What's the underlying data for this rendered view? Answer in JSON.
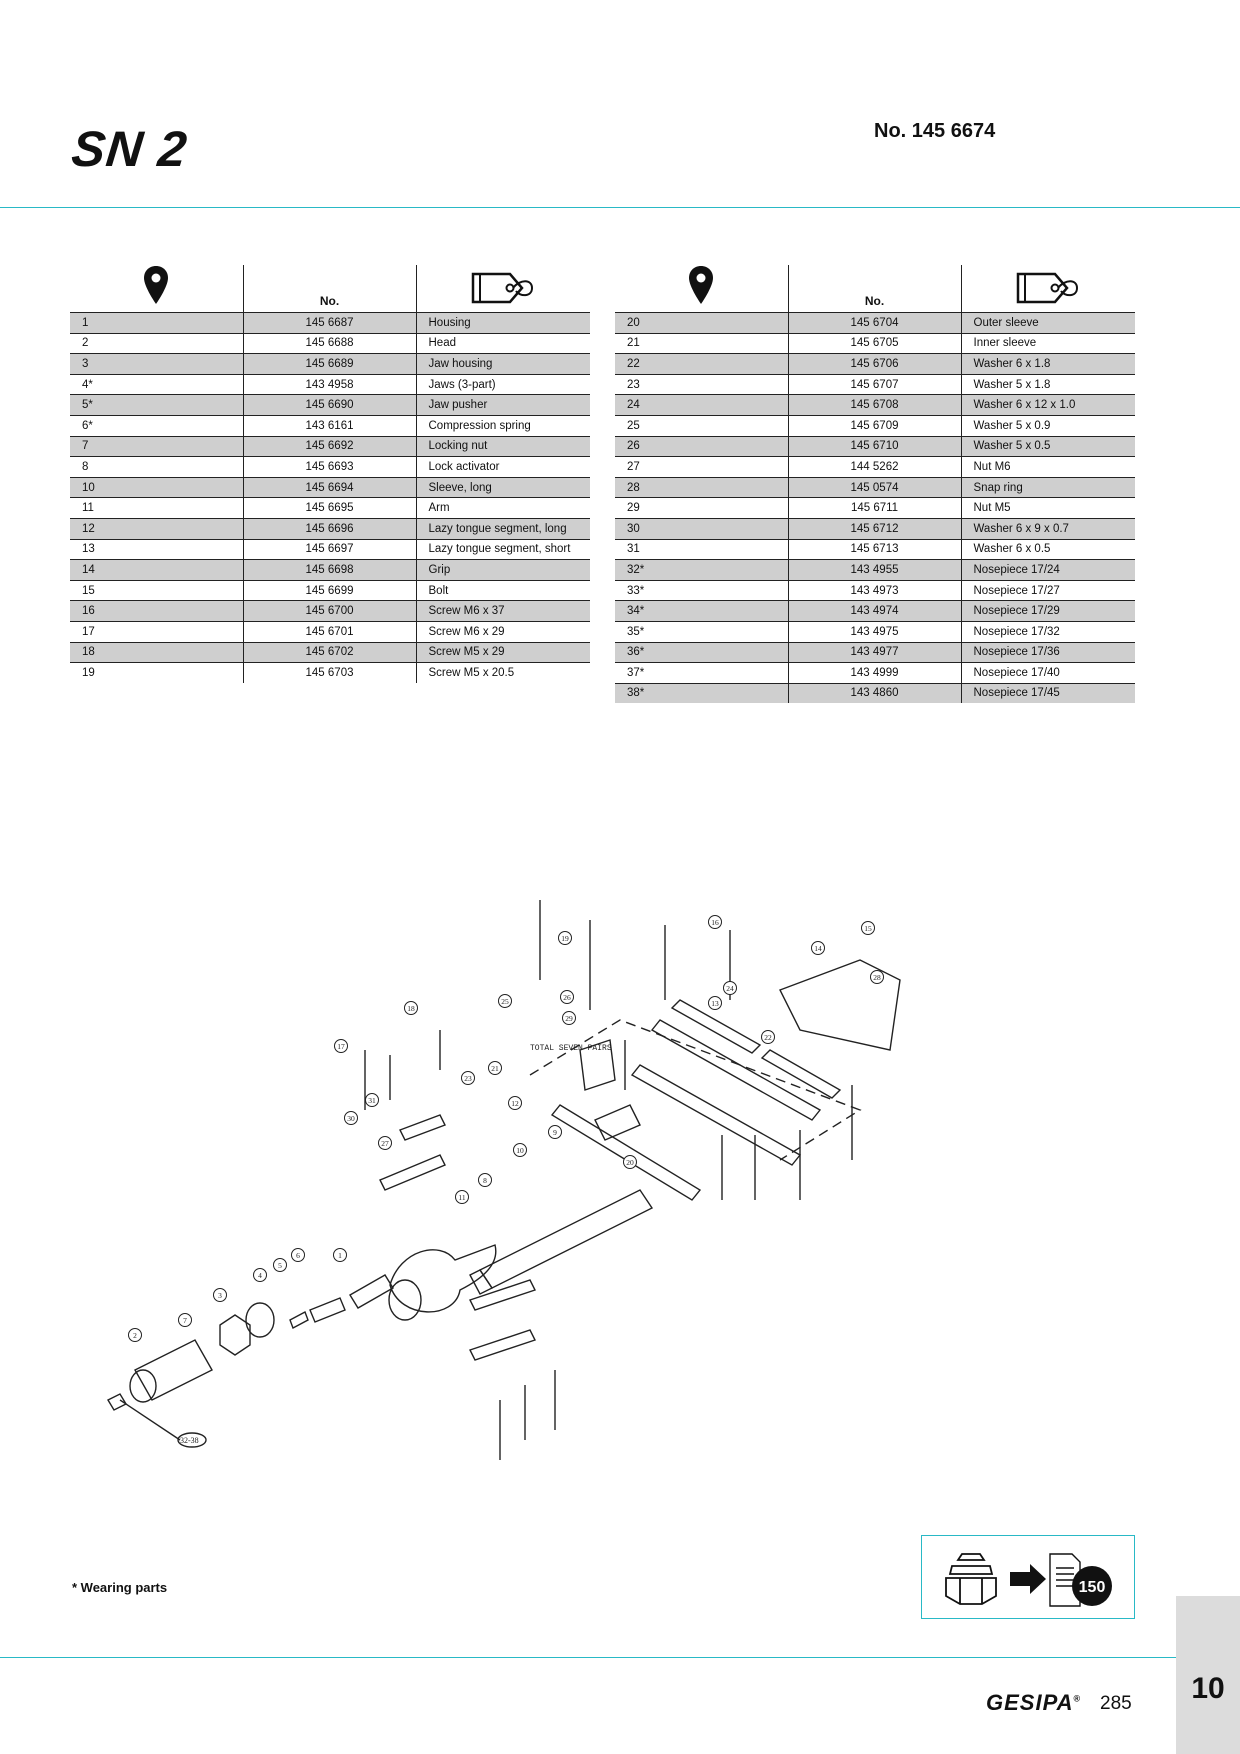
{
  "header": {
    "title": "SN 2",
    "order_number": "No. 145 6674"
  },
  "table_header": {
    "position_icon": "map-pin-icon",
    "no_label": "No.",
    "designation_icon": "tag-icon"
  },
  "left_table": [
    {
      "pos": "1",
      "no": "145 6687",
      "name": "Housing"
    },
    {
      "pos": "2",
      "no": "145 6688",
      "name": "Head"
    },
    {
      "pos": "3",
      "no": "145 6689",
      "name": "Jaw housing"
    },
    {
      "pos": "4*",
      "no": "143 4958",
      "name": "Jaws (3-part)"
    },
    {
      "pos": "5*",
      "no": "145 6690",
      "name": "Jaw pusher"
    },
    {
      "pos": "6*",
      "no": "143 6161",
      "name": "Compression spring"
    },
    {
      "pos": "7",
      "no": "145 6692",
      "name": "Locking nut"
    },
    {
      "pos": "8",
      "no": "145 6693",
      "name": "Lock activator"
    },
    {
      "pos": "10",
      "no": "145 6694",
      "name": "Sleeve, long"
    },
    {
      "pos": "11",
      "no": "145 6695",
      "name": "Arm"
    },
    {
      "pos": "12",
      "no": "145 6696",
      "name": "Lazy tongue segment, long"
    },
    {
      "pos": "13",
      "no": "145 6697",
      "name": "Lazy tongue segment, short"
    },
    {
      "pos": "14",
      "no": "145 6698",
      "name": "Grip"
    },
    {
      "pos": "15",
      "no": "145 6699",
      "name": "Bolt"
    },
    {
      "pos": "16",
      "no": "145 6700",
      "name": "Screw M6 x 37"
    },
    {
      "pos": "17",
      "no": "145 6701",
      "name": "Screw M6 x 29"
    },
    {
      "pos": "18",
      "no": "145 6702",
      "name": "Screw M5 x 29"
    },
    {
      "pos": "19",
      "no": "145 6703",
      "name": "Screw M5 x 20.5"
    }
  ],
  "right_table": [
    {
      "pos": "20",
      "no": "145 6704",
      "name": "Outer sleeve"
    },
    {
      "pos": "21",
      "no": "145 6705",
      "name": "Inner sleeve"
    },
    {
      "pos": "22",
      "no": "145 6706",
      "name": "Washer 6 x 1.8"
    },
    {
      "pos": "23",
      "no": "145 6707",
      "name": "Washer 5 x 1.8"
    },
    {
      "pos": "24",
      "no": "145 6708",
      "name": "Washer 6 x 12 x 1.0"
    },
    {
      "pos": "25",
      "no": "145 6709",
      "name": "Washer 5 x 0.9"
    },
    {
      "pos": "26",
      "no": "145 6710",
      "name": "Washer 5 x 0.5"
    },
    {
      "pos": "27",
      "no": "144 5262",
      "name": "Nut M6"
    },
    {
      "pos": "28",
      "no": "145 0574",
      "name": "Snap ring"
    },
    {
      "pos": "29",
      "no": "145 6711",
      "name": "Nut M5"
    },
    {
      "pos": "30",
      "no": "145 6712",
      "name": "Washer 6 x 9 x 0.7"
    },
    {
      "pos": "31",
      "no": "145 6713",
      "name": "Washer 6 x 0.5"
    },
    {
      "pos": "32*",
      "no": "143 4955",
      "name": "Nosepiece 17/24"
    },
    {
      "pos": "33*",
      "no": "143 4973",
      "name": "Nosepiece 17/27"
    },
    {
      "pos": "34*",
      "no": "143 4974",
      "name": "Nosepiece 17/29"
    },
    {
      "pos": "35*",
      "no": "143 4975",
      "name": "Nosepiece 17/32"
    },
    {
      "pos": "36*",
      "no": "143 4977",
      "name": "Nosepiece 17/36"
    },
    {
      "pos": "37*",
      "no": "143 4999",
      "name": "Nosepiece 17/40"
    },
    {
      "pos": "38*",
      "no": "143 4860",
      "name": "Nosepiece 17/45"
    }
  ],
  "diagram": {
    "annotation": "TOTAL SEVEN PAIRS",
    "nosepiece_range": "32-38",
    "callouts": [
      "1",
      "2",
      "3",
      "4",
      "5",
      "6",
      "7",
      "8",
      "9",
      "10",
      "11",
      "12",
      "13",
      "14",
      "15",
      "16",
      "17",
      "18",
      "19",
      "20",
      "21",
      "22",
      "23",
      "24",
      "25",
      "26",
      "27",
      "28",
      "29",
      "30",
      "31"
    ]
  },
  "footer": {
    "wear_note": "* Wearing parts",
    "nosepiece_ref_page": "150",
    "brand": "GESIPA",
    "brand_mark": "®",
    "page_number": "285",
    "chapter": "10"
  }
}
